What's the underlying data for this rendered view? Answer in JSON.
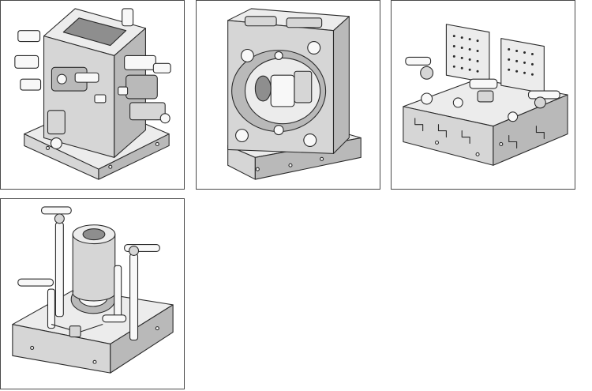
{
  "figure": {
    "panels": [
      {
        "id": "fixture-cube-clamps",
        "icon": "fixture-cube-clamps-icon"
      },
      {
        "id": "fixture-tombstone-round-part",
        "icon": "fixture-tombstone-icon"
      },
      {
        "id": "fixture-plate-pegboard",
        "icon": "fixture-pegboard-plate-icon"
      },
      {
        "id": "fixture-cylinder-bracket",
        "icon": "fixture-cylinder-bracket-icon"
      }
    ],
    "colors": {
      "outline": "#2a2a2a",
      "light_face": "#ececec",
      "mid_face": "#d6d6d6",
      "dark_face": "#b9b9b9",
      "panel_border": "#4a4a4a"
    }
  }
}
